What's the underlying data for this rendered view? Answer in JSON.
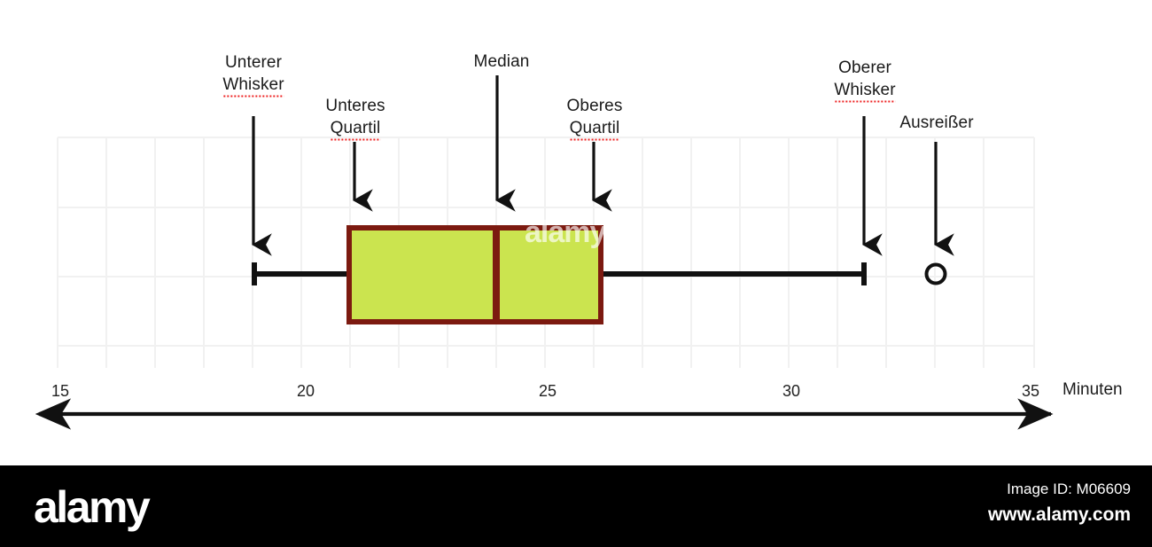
{
  "chart_data": {
    "type": "box",
    "title": "",
    "xlabel": "Minuten",
    "ylabel": "",
    "xlim": [
      15,
      35
    ],
    "xticks": [
      15,
      20,
      25,
      30,
      35
    ],
    "xticklabels": [
      "15",
      "20",
      "25",
      "30",
      "35"
    ],
    "grid": true,
    "legend": "none",
    "box": {
      "lower_whisker": 19.0,
      "lower_quartile": 21.0,
      "median": 24.0,
      "upper_quartile": 26.1,
      "upper_whisker": 31.5,
      "outliers": [
        32.9
      ]
    },
    "annotations": [
      {
        "id": "lower-whisker",
        "text_lines": [
          "Unterer",
          "Whisker"
        ],
        "misspelled_line": 1,
        "value": 19.0
      },
      {
        "id": "lower-quartile",
        "text_lines": [
          "Unteres",
          "Quartil"
        ],
        "misspelled_line": 1,
        "value": 21.0
      },
      {
        "id": "median",
        "text_lines": [
          "Median"
        ],
        "misspelled_line": -1,
        "value": 24.0
      },
      {
        "id": "upper-quartile",
        "text_lines": [
          "Oberes",
          "Quartil"
        ],
        "misspelled_line": 1,
        "value": 26.1
      },
      {
        "id": "upper-whisker",
        "text_lines": [
          "Oberer",
          "Whisker"
        ],
        "misspelled_line": 1,
        "value": 31.5
      },
      {
        "id": "outlier",
        "text_lines": [
          "Ausreißer"
        ],
        "misspelled_line": -1,
        "value": 32.9
      }
    ],
    "colors": {
      "box_fill": "#cbe44f",
      "box_border": "#7c1a10",
      "whisker": "#111111",
      "grid": "#f1f1f1",
      "axis": "#111111",
      "text": "#1a1a1a",
      "spellcheck_underline": "#ee2222"
    }
  },
  "annotation_labels": {
    "lower_whisker_line1": "Unterer",
    "lower_whisker_line2": "Whisker",
    "lower_quartile_line1": "Unteres",
    "lower_quartile_line2": "Quartil",
    "median_line1": "Median",
    "upper_quartile_line1": "Oberes",
    "upper_quartile_line2": "Quartil",
    "upper_whisker_line1": "Oberer",
    "upper_whisker_line2": "Whisker",
    "outlier_line1": "Ausreißer"
  },
  "axis": {
    "tick_15": "15",
    "tick_20": "20",
    "tick_25": "25",
    "tick_30": "30",
    "tick_35": "35",
    "unit_label": "Minuten"
  },
  "watermark": {
    "center_text": "alamy",
    "footer_logo": "alamy",
    "image_id": "Image ID: M06609",
    "url": "www.alamy.com"
  }
}
